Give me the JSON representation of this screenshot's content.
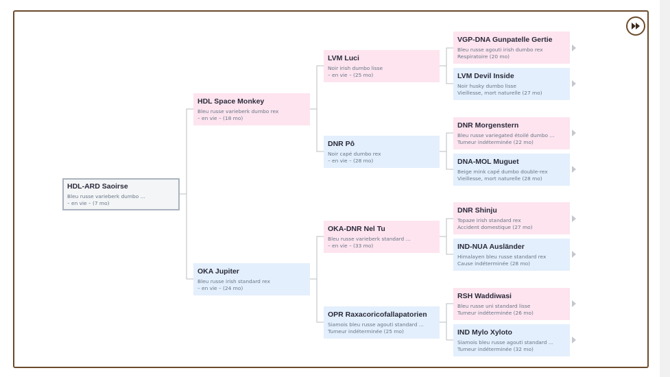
{
  "tree": {
    "root": {
      "name": "HDL-ARD Saoirse",
      "line1": "Bleu russe varieberk dumbo ...",
      "line2": "– en vie – (7 mo)"
    },
    "gen1": [
      {
        "name": "HDL Space Monkey",
        "line1": "Bleu russe varieberk dumbo rex",
        "line2": "– en vie – (18 mo)"
      },
      {
        "name": "OKA Jupiter",
        "line1": "Bleu russe irish standard rex",
        "line2": "– en vie – (24 mo)"
      }
    ],
    "gen2": [
      {
        "name": "LVM Luci",
        "line1": "Noir irish dumbo lisse",
        "line2": "– en vie – (25 mo)"
      },
      {
        "name": "DNR Pô",
        "line1": "Noir capé dumbo rex",
        "line2": "– en vie – (28 mo)"
      },
      {
        "name": "OKA-DNR Nel Tu",
        "line1": "Bleu russe varieberk standard ...",
        "line2": "– en vie – (33 mo)"
      },
      {
        "name": "OPR Raxacoricofallapatorien",
        "line1": "Siamois bleu russe agouti standard ...",
        "line2": "Tumeur indéterminée (25 mo)"
      }
    ],
    "gen3": [
      {
        "name": "VGP-DNA Gunpatelle Gertie",
        "line1": "Bleu russe agouti irish dumbo rex",
        "line2": "Respiratoire (20 mo)"
      },
      {
        "name": "LVM Devil Inside",
        "line1": "Noir husky dumbo lisse",
        "line2": "Vieillesse, mort naturelle (27 mo)"
      },
      {
        "name": "DNR Morgenstern",
        "line1": "Bleu russe variegated étoilé dumbo ...",
        "line2": "Tumeur indéterminée (22 mo)"
      },
      {
        "name": "DNA-MOL Muguet",
        "line1": "Beige mink capé dumbo double-rex",
        "line2": "Vieillesse, mort naturelle (28 mo)"
      },
      {
        "name": "DNR Shinju",
        "line1": "Topaze irish standard rex",
        "line2": "Accident domestique (27 mo)"
      },
      {
        "name": "IND-NUA Ausländer",
        "line1": "Himalayen bleu russe standard rex",
        "line2": "Cause indéterminée (28 mo)"
      },
      {
        "name": "RSH Waddiwasi",
        "line1": "Bleu russe uni standard lisse",
        "line2": "Tumeur indéterminée (26 mo)"
      },
      {
        "name": "IND Mylo Xyloto",
        "line1": "Siamois bleu russe agouti standard ...",
        "line2": "Tumeur indéterminée (32 mo)"
      }
    ]
  },
  "colors": {
    "male": "#e3effc",
    "female": "#fde4ef",
    "frame": "#6b4a2a",
    "connector": "#b8bdc2"
  },
  "icons": {
    "expand_generations": "fast-forward-icon",
    "expand_ancestor": "chevron-right-icon"
  }
}
